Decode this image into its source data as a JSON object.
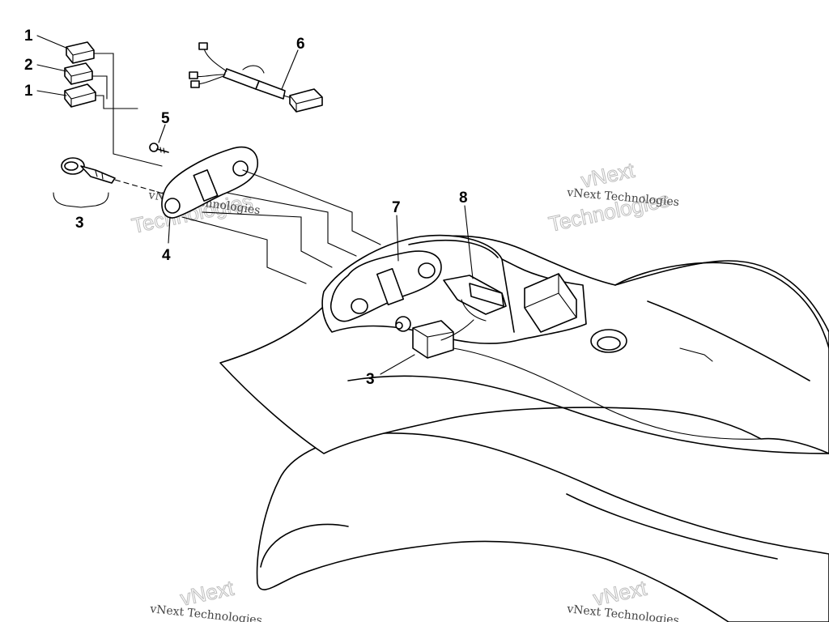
{
  "callouts": {
    "c1_top": "1",
    "c2": "2",
    "c1_bottom": "1",
    "c3_key": "3",
    "c4": "4",
    "c5": "5",
    "c6": "6",
    "c7": "7",
    "c8": "8",
    "c3_switch": "3"
  },
  "watermarks": {
    "line1": "vNext Technologies",
    "line2": "vNext",
    "line3": "Technologies"
  }
}
